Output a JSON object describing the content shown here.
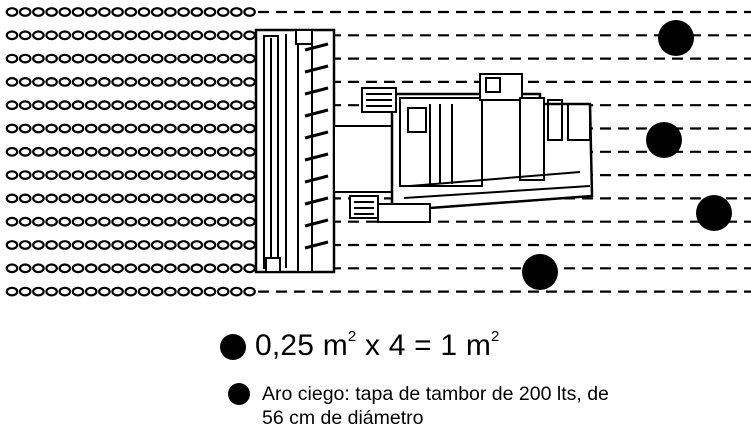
{
  "legend": {
    "formula": {
      "dot_icon": "filled-circle-icon",
      "parts": [
        "0,25 m",
        "2",
        "x 4 = 1 m",
        "2"
      ]
    },
    "note": {
      "dot_icon": "filled-circle-icon",
      "lines": [
        "Aro ciego: tapa de tambor de 200 lts, de",
        "56 cm de diámetro"
      ]
    }
  },
  "diagram": {
    "row_count": 13,
    "circle_count": 4,
    "colors": {
      "ink": "#000000",
      "paper": "#ffffff"
    }
  }
}
